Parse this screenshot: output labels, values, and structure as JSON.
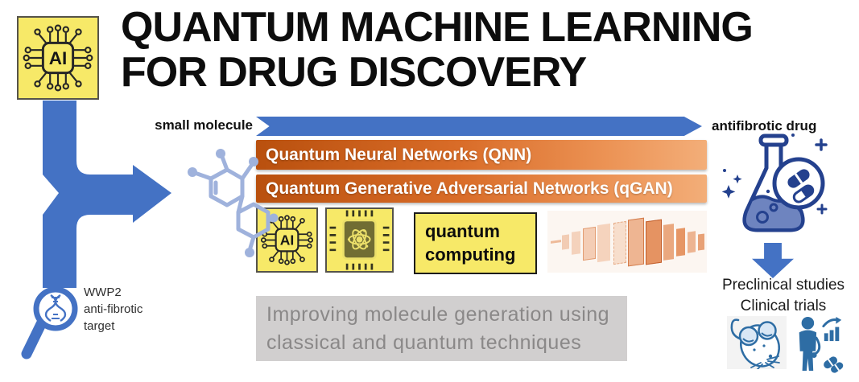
{
  "header": {
    "title_line1": "QUANTUM MACHINE LEARNING",
    "title_line2": "FOR DRUG DISCOVERY"
  },
  "flow": {
    "input_label": "small molecule",
    "output_label": "antifibrotic drug"
  },
  "methods": {
    "bar1": "Quantum Neural Networks (QNN)",
    "bar2": "Quantum Generative Adversarial Networks (qGAN)"
  },
  "chips": {
    "ai_label": "AI",
    "quantum_line1": "quantum",
    "quantum_line2": "computing"
  },
  "note": {
    "line1": "Improving molecule generation using",
    "line2": "classical and quantum techniques"
  },
  "target": {
    "line1": "WWP2",
    "line2": "anti-fibrotic",
    "line3": "target"
  },
  "outcome": {
    "line1": "Preclinical studies",
    "line2": "Clinical trials"
  },
  "colors": {
    "flow_blue": "#4472c4",
    "orange_dark": "#b9500e",
    "orange_light": "#f3ae79",
    "panel_yellow": "#f7e968",
    "note_bg": "#d1cfcf",
    "note_text": "#8a8888",
    "molecule_blue": "#9fb2dc",
    "flask_navy": "#24418e",
    "icon_blue": "#2e6da4"
  },
  "icons": [
    "ai-chip-icon",
    "quantum-chip-icon",
    "flow-arrow",
    "merge-arrow-icon",
    "molecule-icon",
    "dna-magnifier-icon",
    "flask-pills-icon",
    "down-arrow-icon",
    "neural-network-image",
    "mouse-icon",
    "clinical-person-icon"
  ]
}
